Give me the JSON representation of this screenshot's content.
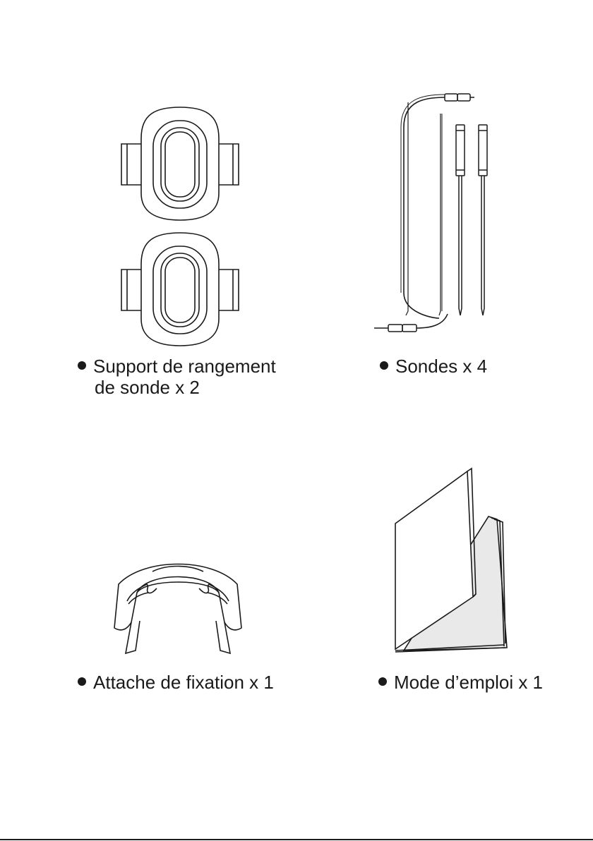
{
  "items": [
    {
      "icon": "probe-storage-holder-icon",
      "label_line1": "Support de rangement",
      "label_line2": "de sonde x 2"
    },
    {
      "icon": "probes-icon",
      "label_line1": "Sondes x 4"
    },
    {
      "icon": "mounting-clip-icon",
      "label_line1": "Attache de fixation x 1"
    },
    {
      "icon": "user-manual-icon",
      "label_line1": "Mode d’emploi x 1"
    }
  ],
  "colors": {
    "ink": "#1a1a1a",
    "page_fill": "#e9e9e9"
  }
}
